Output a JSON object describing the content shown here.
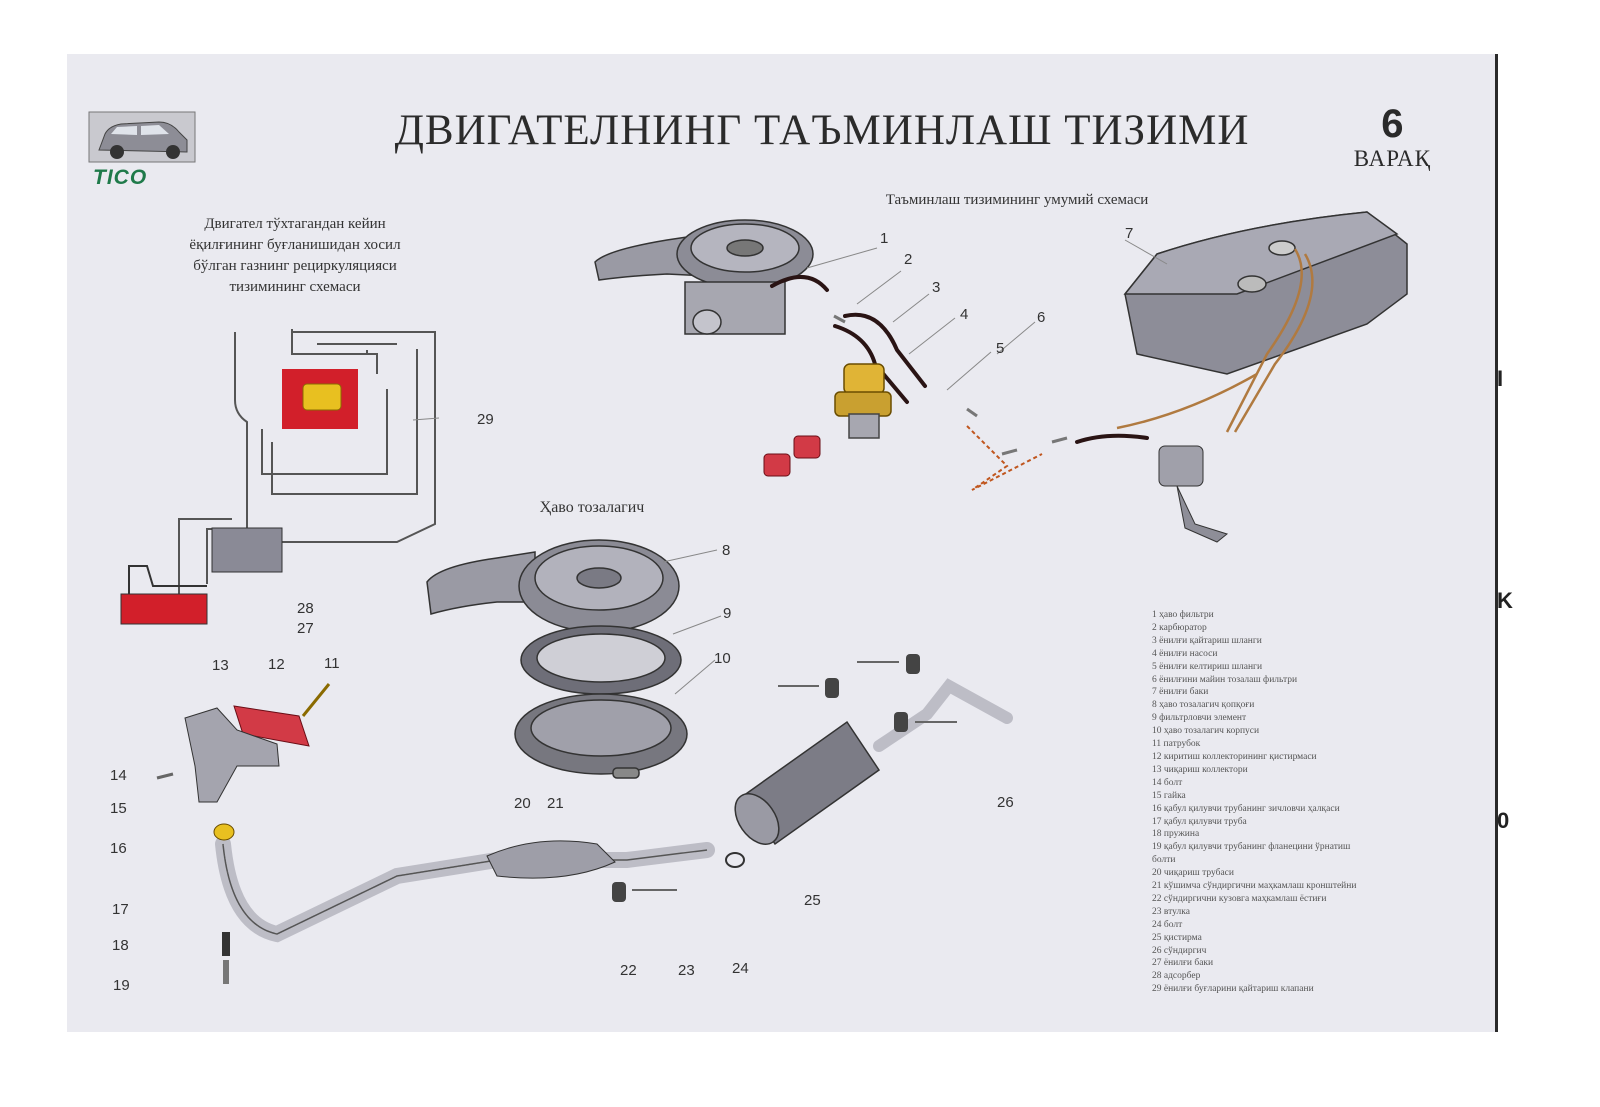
{
  "header": {
    "title": "ДВИГАТЕЛНИНГ ТАЪМИНЛАШ ТИЗИМИ",
    "sheet_number": "6",
    "sheet_word": "ВАРАҚ",
    "logo_text": "TICO"
  },
  "captions": {
    "recirculation": [
      "Двигател тўхтагандан кейин",
      "ёқилғининг буғланишидан хосил",
      "бўлган газнинг рециркуляцияси",
      "тизимининг схемаси"
    ],
    "general_scheme": "Таъминлаш тизимининг умумий схемаси",
    "air_cleaner": "Ҳаво тозалагич"
  },
  "callouts": [
    "1",
    "2",
    "3",
    "4",
    "5",
    "6",
    "7",
    "8",
    "9",
    "10",
    "11",
    "12",
    "13",
    "14",
    "15",
    "16",
    "17",
    "18",
    "19",
    "20",
    "21",
    "22",
    "23",
    "24",
    "25",
    "26",
    "27",
    "28",
    "29"
  ],
  "legend": [
    "1 ҳаво фильтри",
    "2 карбюратор",
    "3 ёнилғи қайтариш шланги",
    "4 ёнилғи насоси",
    "5 ёнилғи келтириш шланги",
    "6 ёнилғини майин тозалаш фильтри",
    "7 ёнилғи баки",
    "8 ҳаво тозалагич қопқоғи",
    "9 фильтрловчи элемент",
    "10 ҳаво тозалагич корпуси",
    "11 патрубок",
    "12 киритиш коллекторининг қистирмаси",
    "13 чиқариш коллектори",
    "14 болт",
    "15 гайка",
    "16 қабул қилувчи трубанинг зичловчи ҳалқаси",
    "17 қабул қилувчи труба",
    "18 пружина",
    "19 қабул қилувчи трубанинг фланецини ўрнатиш",
    "болти",
    "20 чиқариш трубаси",
    "21 кўшимча сўндиргични маҳкамлаш кронштейни",
    "22 сўндиргични кузовга маҳкамлаш ёстиғи",
    "23 втулка",
    "24 болт",
    "25 қистирма",
    "26 сўндиргич",
    "27 ёнилғи баки",
    "28 адсорбер",
    "29 ёнилғи буғларини қайтариш клапани"
  ],
  "edge_marks": [
    "I",
    "K",
    "0"
  ],
  "colors": {
    "sheet": "#eaeaf0",
    "accent_red": "#d21f2a",
    "accent_yellow": "#e8c020",
    "hose_dark": "#2a1414",
    "brand_green": "#1f7a4a"
  }
}
